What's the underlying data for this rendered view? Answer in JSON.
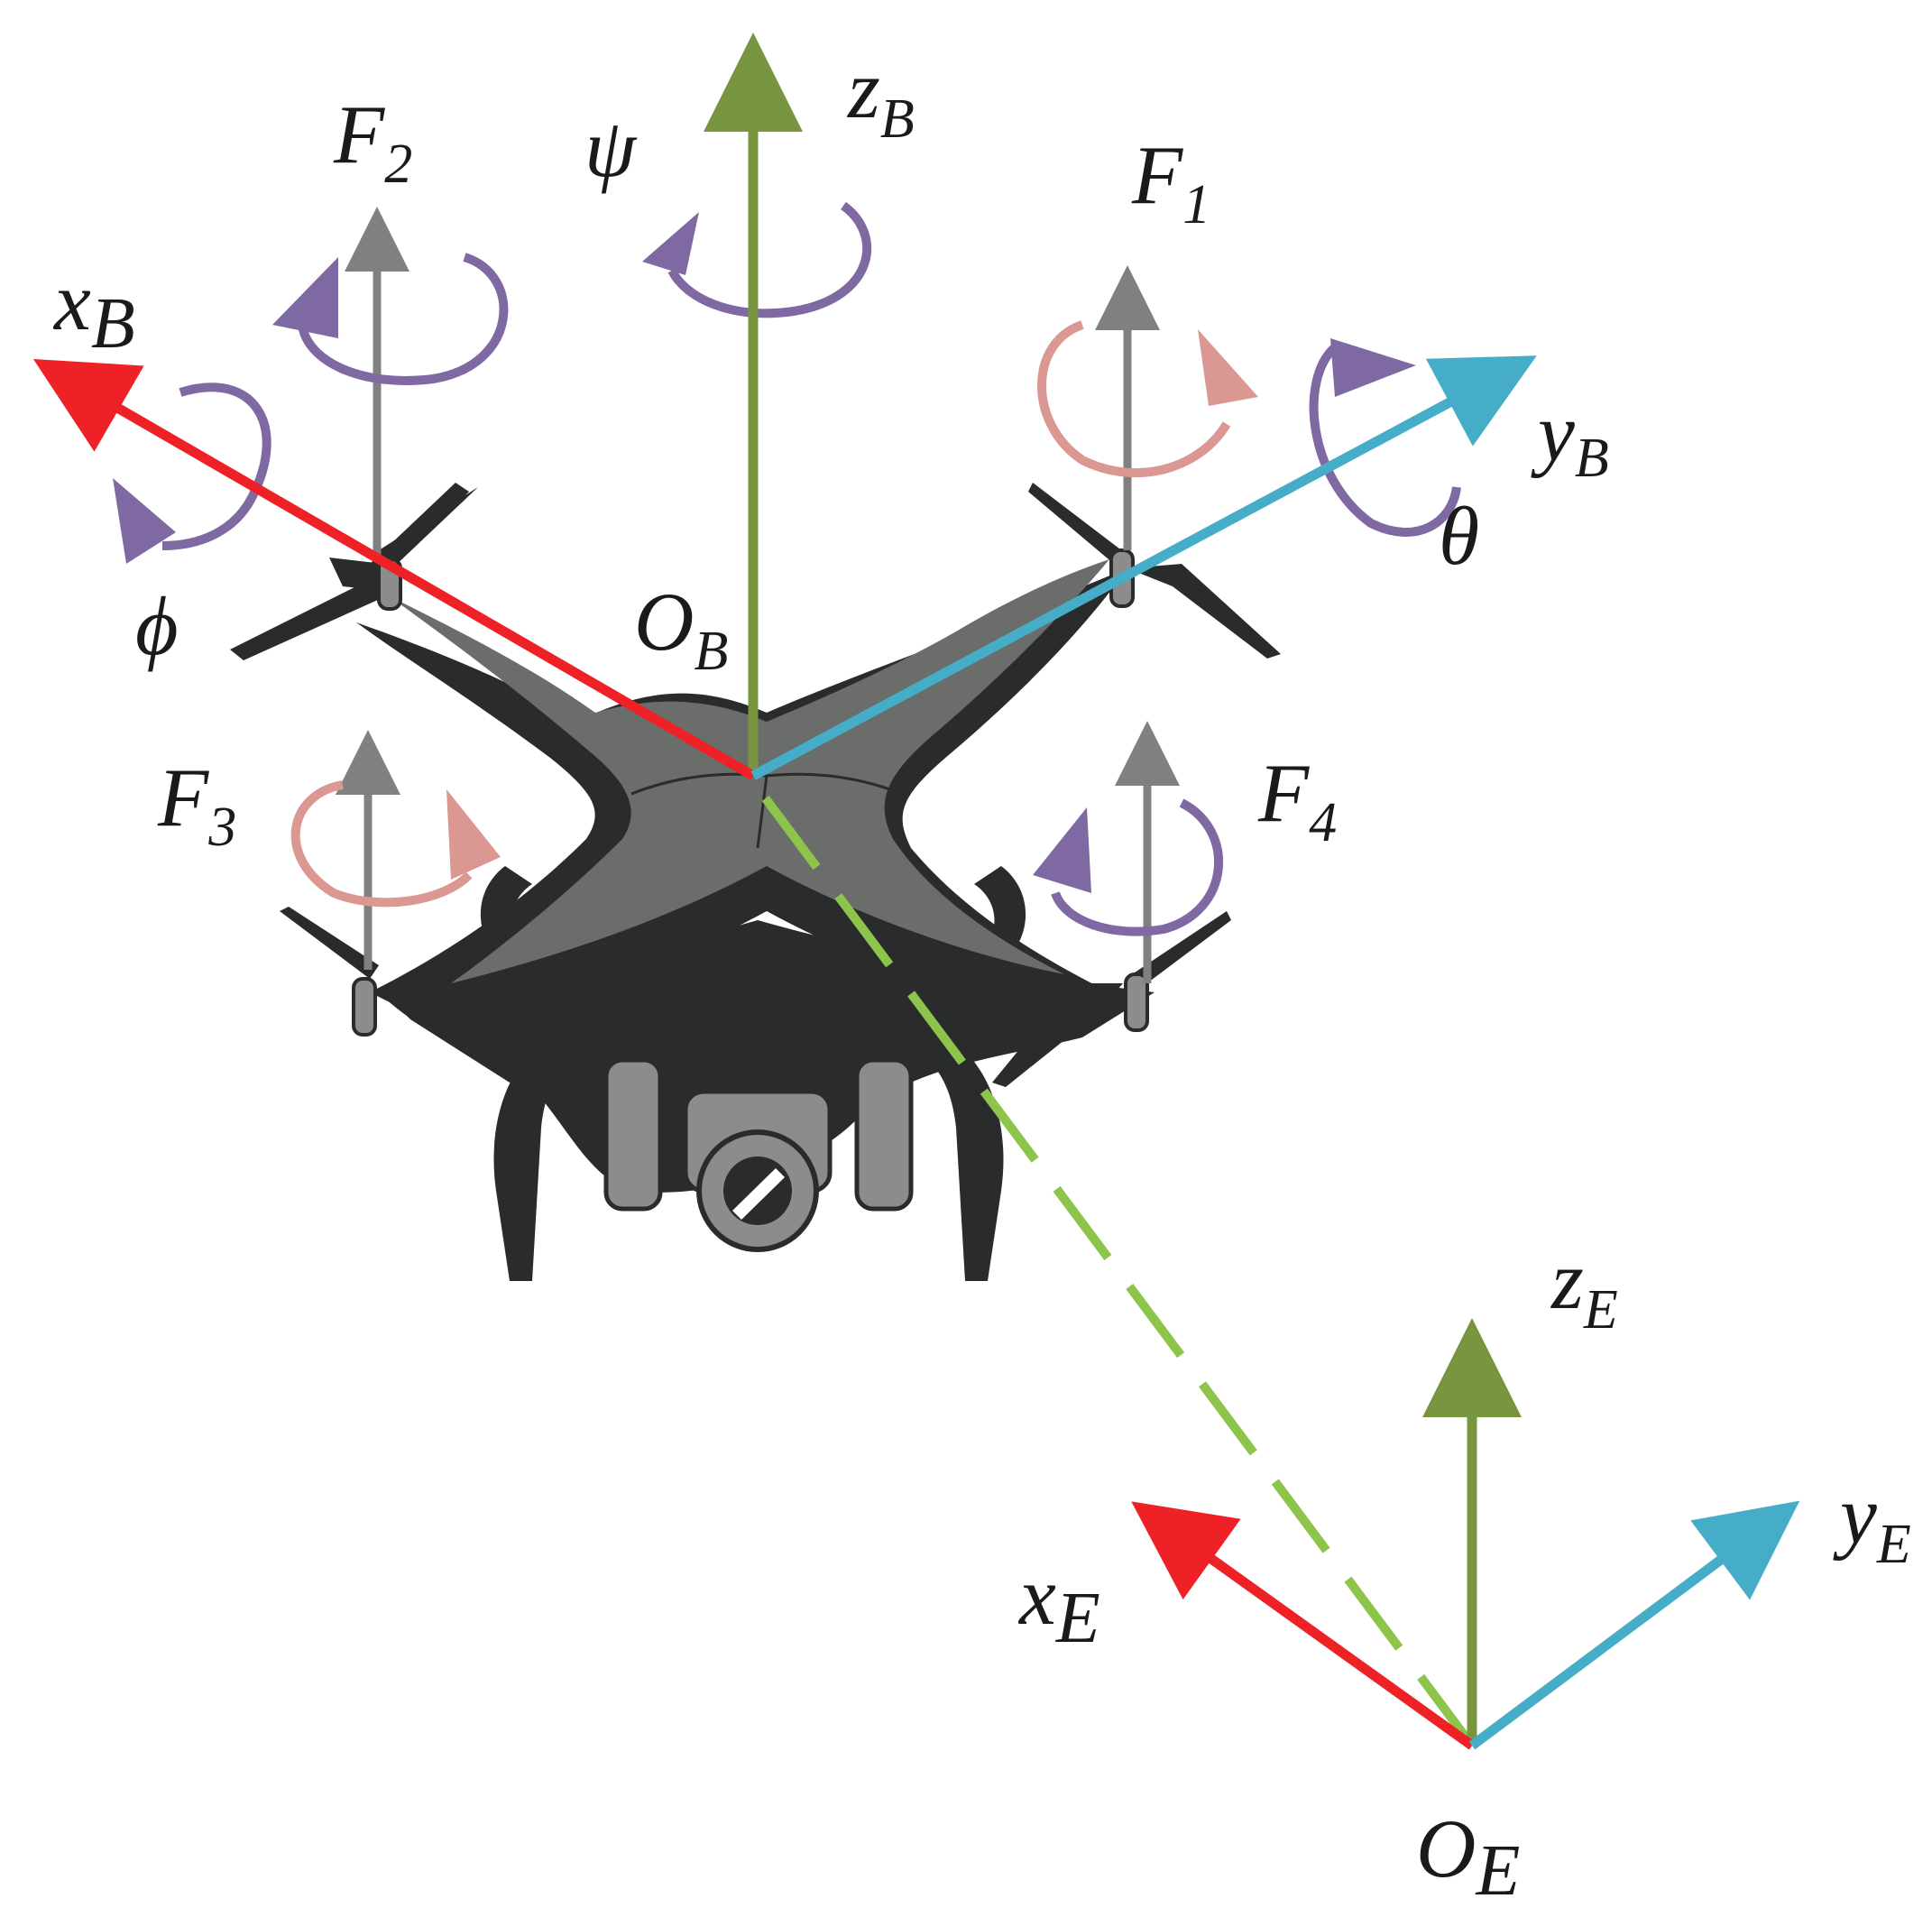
{
  "colors": {
    "x_axis": "#ee2127",
    "y_axis": "#45adc8",
    "z_axis": "#789540",
    "force": "#808080",
    "rotation_purple": "#7f69a3",
    "rotation_pink": "#db9893",
    "path_dashed": "#8dc54b",
    "body_dark": "#2a2b2d",
    "body_gray": "#6b6d6b",
    "camera_gray": "#8c8c8c"
  },
  "labels": {
    "zB": {
      "main": "z",
      "sub": "B"
    },
    "xB": {
      "main": "x",
      "sub": "B"
    },
    "yB": {
      "main": "y",
      "sub": "B"
    },
    "OB": {
      "main": "O",
      "sub": "B"
    },
    "F1": {
      "main": "F",
      "sub": "1"
    },
    "F2": {
      "main": "F",
      "sub": "2"
    },
    "F3": {
      "main": "F",
      "sub": "3"
    },
    "F4": {
      "main": "F",
      "sub": "4"
    },
    "psi": "ψ",
    "phi": "ϕ",
    "theta": "θ",
    "zE": {
      "main": "z",
      "sub": "E"
    },
    "xE": {
      "main": "x",
      "sub": "E"
    },
    "yE": {
      "main": "y",
      "sub": "E"
    },
    "OE": {
      "main": "O",
      "sub": "E"
    }
  }
}
